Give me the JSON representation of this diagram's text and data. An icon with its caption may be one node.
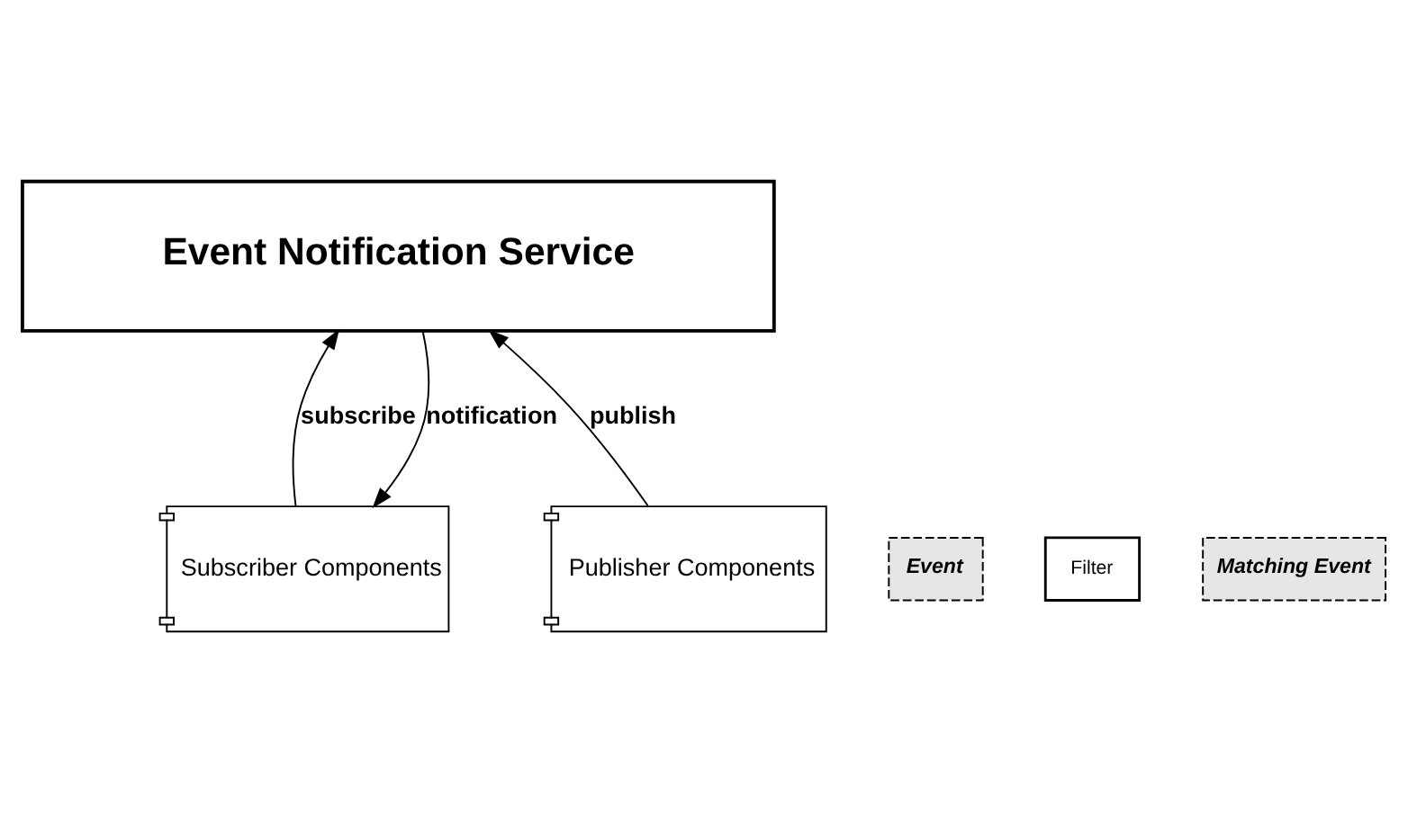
{
  "diagram": {
    "nodes": [
      {
        "text": [
          "Event Notification Service"
        ]
      },
      {
        "text": [
          "Publisher Components"
        ]
      },
      {
        "text": [
          "Subscriber Components"
        ]
      },
      {
        "text": [
          "Event"
        ]
      },
      {
        "text": [
          "Filter"
        ]
      },
      {
        "text": [
          "Matching Event"
        ]
      }
    ],
    "edges": [
      {
        "from": 1,
        "to": 0,
        "arrow": "to",
        "label": "publish"
      },
      {
        "from": 2,
        "to": 0,
        "arrow": "to",
        "label": "subscribe"
      },
      {
        "from": 0,
        "to": 2,
        "arrow": "to",
        "label": "notification"
      }
    ]
  }
}
